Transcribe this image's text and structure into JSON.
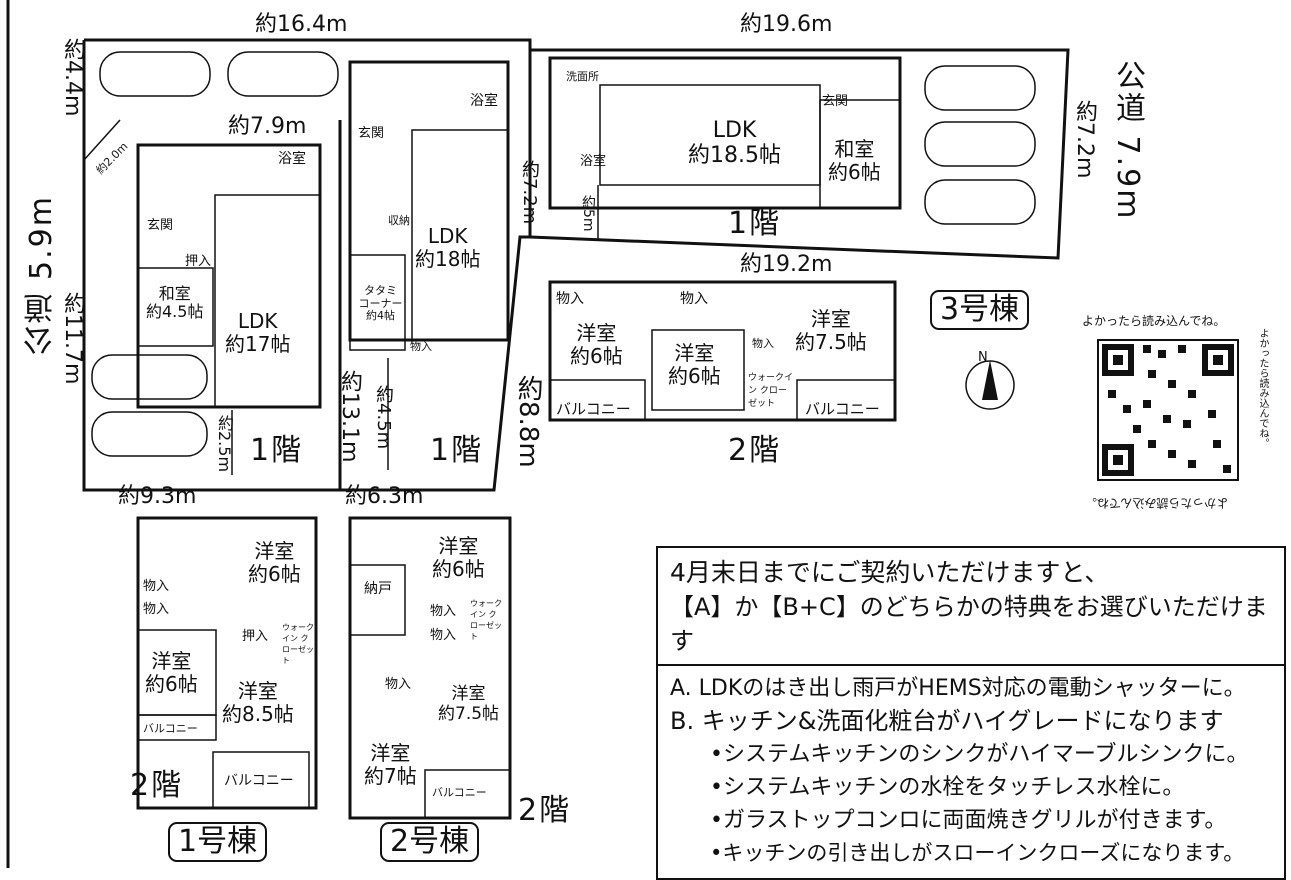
{
  "dimensions": {
    "top_left": "約16.4m",
    "top_right": "約19.6m",
    "left_top": "約4.4m",
    "corner": "約2.0m",
    "b1_width": "約7.9m",
    "left_mid": "約11.7m",
    "right_side": "約7.2m",
    "b3_depth": "約7.2m",
    "b3_width_bottom": "約19.2m",
    "mid_side": "約13.1m",
    "slant": "約8.8m",
    "b2_inner": "約4.5m",
    "b1_inner": "約2.5m",
    "b3_inner": "約5m",
    "bottom_left": "約9.3m",
    "bottom_mid": "約6.3m"
  },
  "roads": {
    "left": "公道 5.9m",
    "right": "公道 7.9m"
  },
  "building1": {
    "label": "1号棟",
    "floor1": "1階",
    "floor2": "2階",
    "rooms1": {
      "ldk": "LDK",
      "ldk_size": "約17帖",
      "washitsu": "和室",
      "washitsu_size": "約4.5帖",
      "bath": "浴室",
      "entry": "玄関",
      "storage": "押入"
    },
    "rooms2": {
      "w1": "洋室",
      "w1_size": "約6帖",
      "w2": "洋室",
      "w2_size": "約6帖",
      "w3": "洋室",
      "w3_size": "約8.5帖",
      "balcony1": "バルコニー",
      "balcony2": "バルコニー",
      "storage": "物入",
      "storage2": "物入",
      "storage3": "押入",
      "wic": "ウォークイン クローゼット"
    }
  },
  "building2": {
    "label": "2号棟",
    "floor1": "1階",
    "floor2": "2階",
    "rooms1": {
      "ldk": "LDK",
      "ldk_size": "約18帖",
      "bath": "浴室",
      "entry": "玄関",
      "tatami": "タタミ コーナー",
      "tatami_size": "約4帖",
      "storage": "物入",
      "storage2": "収納"
    },
    "rooms2": {
      "w1": "洋室",
      "w1_size": "約6帖",
      "w2": "洋室",
      "w2_size": "約7.5帖",
      "w3": "洋室",
      "w3_size": "約7帖",
      "nando": "納戸",
      "storage": "物入",
      "storage2": "物入",
      "storage3": "物入",
      "wic": "ウォークイン クローゼット",
      "balcony": "バルコニー"
    }
  },
  "building3": {
    "label": "3号棟",
    "floor1": "1階",
    "floor2": "2階",
    "rooms1": {
      "ldk": "LDK",
      "ldk_size": "約18.5帖",
      "washitsu": "和室",
      "washitsu_size": "約6帖",
      "washroom": "洗面所",
      "bath": "浴室",
      "entry": "玄関"
    },
    "rooms2": {
      "w1": "洋室",
      "w1_size": "約6帖",
      "w2": "洋室",
      "w2_size": "約6帖",
      "w3": "洋室",
      "w3_size": "約7.5帖",
      "balcony1": "バルコニー",
      "balcony2": "バルコニー",
      "storage": "物入",
      "storage2": "物入",
      "storage3": "物入",
      "wic": "ウォークイン クローゼット"
    }
  },
  "compass": "N",
  "qr": {
    "top": "よかったら読み込んでね。",
    "side": "よかったら読み込んでね。",
    "bottom": "よかったら読み込んでね。"
  },
  "notice": {
    "line1": "4月末日までにご契約いただけますと、",
    "line2": "【A】か【B+C】のどちらかの特典をお選びいただけます",
    "a": "A. LDKのはき出し雨戸がHEMS対応の電動シャッターに。",
    "b": "B. キッチン&洗面化粧台がハイグレードになります",
    "b1": "•システムキッチンのシンクがハイマーブルシンクに。",
    "b2": "•システムキッチンの水栓をタッチレス水栓に。",
    "b3": "•ガラストップコンロに両面焼きグリルが付きます。",
    "b4": "•キッチンの引き出しがスローインクローズになります。"
  }
}
